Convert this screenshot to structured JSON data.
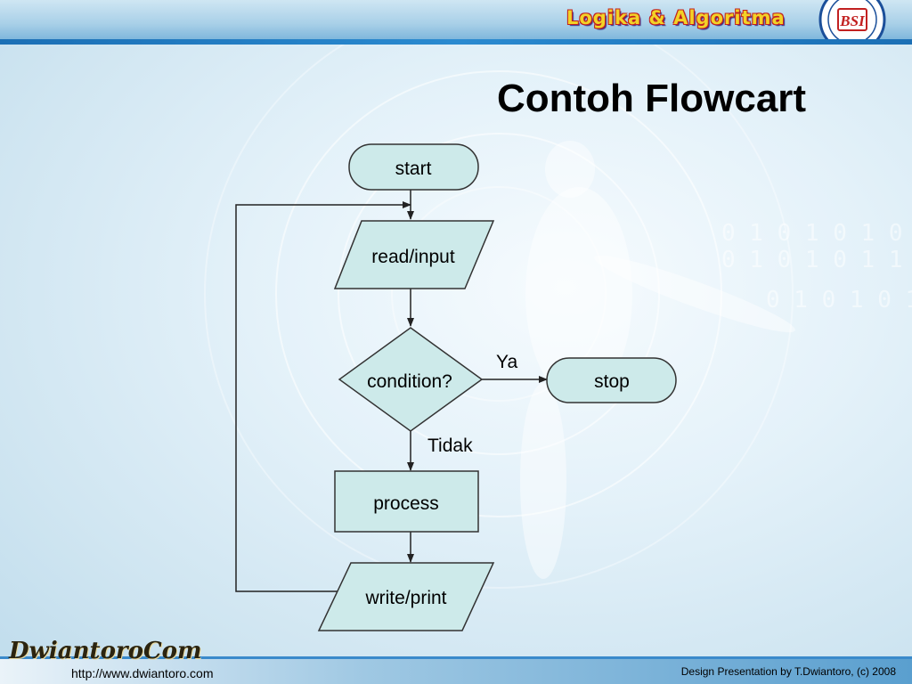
{
  "header": {
    "logo_text": "Logika & Algoritma",
    "emblem_letters": "BSI"
  },
  "slide": {
    "title": "Contoh Flowcart"
  },
  "diagram": {
    "nodes": {
      "start": "start",
      "input": "read/input",
      "condition": "condition?",
      "stop": "stop",
      "process": "process",
      "output": "write/print"
    },
    "edge_labels": {
      "yes": "Ya",
      "no": "Tidak"
    }
  },
  "footer": {
    "brand_logo": "DwiantoroCom",
    "url": "http://www.dwiantoro.com",
    "credit": "Design Presentation by T.Dwiantoro, (c) 2008"
  },
  "colors": {
    "node_fill": "#cdeaea",
    "node_stroke": "#333333",
    "accent": "#1b6fb5"
  }
}
